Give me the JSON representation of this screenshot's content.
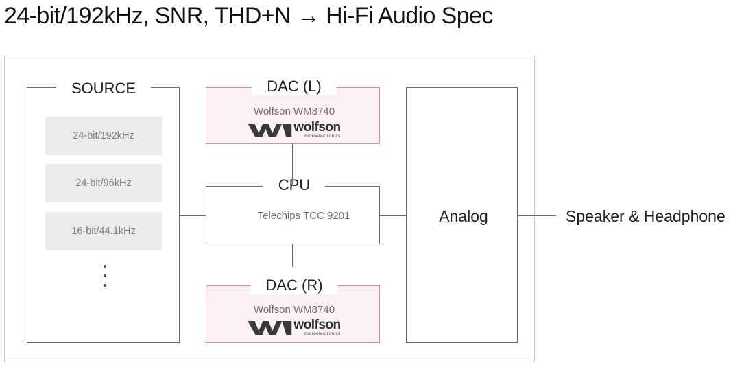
{
  "title": "24-bit/192kHz, SNR, THD+N → Hi-Fi Audio Spec",
  "source": {
    "title": "SOURCE",
    "items": [
      "24-bit/192kHz",
      "24-bit/96kHz",
      "16-bit/44.1kHz"
    ]
  },
  "dac_left": {
    "title": "DAC (L)",
    "chip": "Wolfson WM8740"
  },
  "cpu": {
    "title": "CPU",
    "chip": "Telechips TCC 9201"
  },
  "dac_right": {
    "title": "DAC (R)",
    "chip": "Wolfson WM8740"
  },
  "analog": {
    "label": "Analog"
  },
  "output": {
    "label": "Speaker & Headphone"
  },
  "logo": {
    "word": "wolfson",
    "sub": "microelectronics"
  },
  "colors": {
    "dac_border": "#d98c98",
    "dac_fill": "#fbf1f3",
    "line": "#6a6a6a",
    "source_item": "#ececec"
  }
}
